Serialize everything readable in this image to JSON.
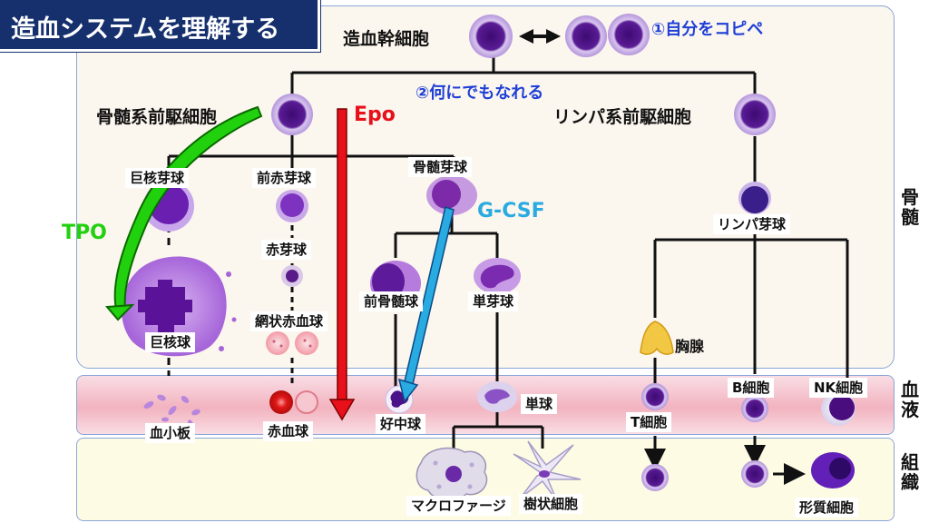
{
  "title": "造血システムを理解する",
  "notes": {
    "self_copy": "①自分をコピペ",
    "differentiate": "②何にでもなれる"
  },
  "regions": {
    "bone_marrow": "骨髄",
    "blood": "血液",
    "tissue": "組織"
  },
  "cells": {
    "hsc": "造血幹細胞",
    "myeloid_progenitor": "骨髄系前駆細胞",
    "lymphoid_progenitor": "リンパ系前駆細胞",
    "megakaryoblast": "巨核芽球",
    "proerythroblast": "前赤芽球",
    "myeloblast": "骨髄芽球",
    "erythroblast": "赤芽球",
    "reticulocyte": "網状赤血球",
    "megakaryocyte": "巨核球",
    "promyelocyte": "前骨髄球",
    "monoblast": "単芽球",
    "lymphoblast": "リンパ芽球",
    "thymus": "胸腺",
    "b_cell": "B細胞",
    "nk_cell": "NK細胞",
    "platelet": "血小板",
    "rbc": "赤血球",
    "neutrophil": "好中球",
    "monocyte": "単球",
    "t_cell": "T細胞",
    "macrophage": "マクロファージ",
    "dendritic": "樹状細胞",
    "plasma_cell": "形質細胞"
  },
  "factors": {
    "epo": "Epo",
    "tpo": "TPO",
    "gcsf": "G-CSF"
  },
  "colors": {
    "title_bg": "#15306d",
    "epo": "#e8101a",
    "tpo": "#22d10e",
    "gcsf": "#29abe2",
    "note": "#1f3fd6",
    "cell_nucleus": "#4a0d7e",
    "cell_cytoplasm": "#c9b0e8"
  }
}
